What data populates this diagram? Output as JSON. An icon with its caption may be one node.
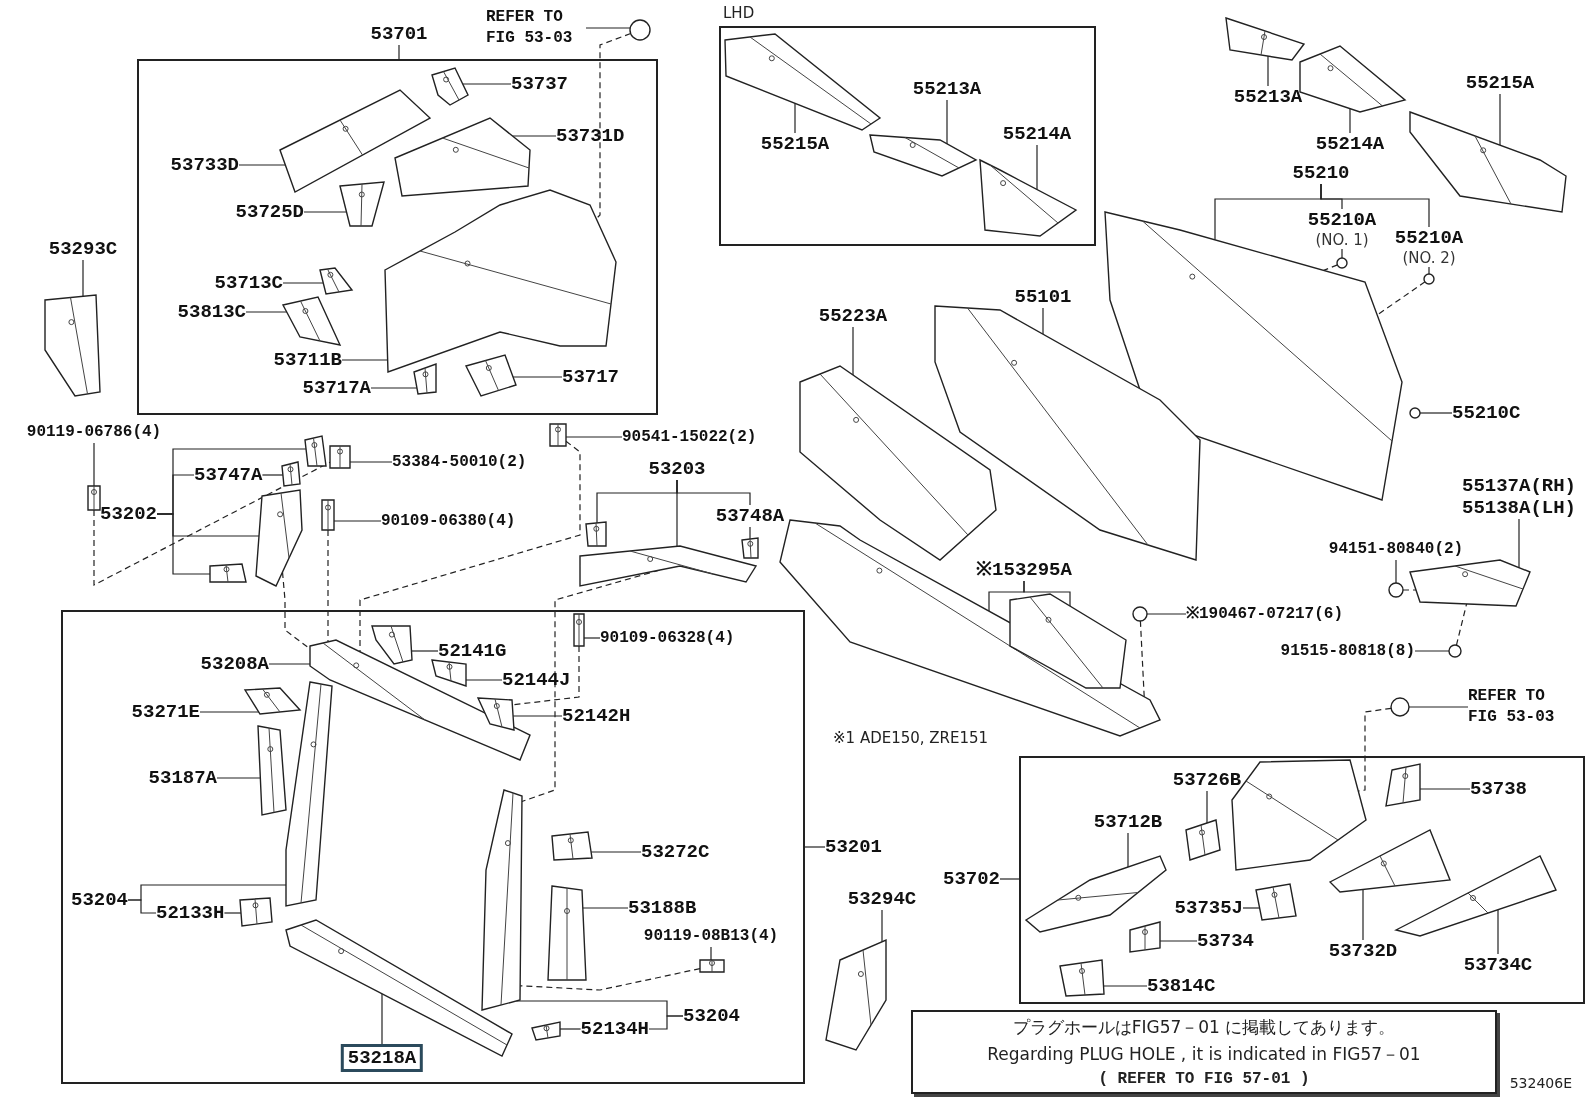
{
  "diagram": {
    "nodes": [
      {
        "text": [],
        "shape": "box"
      },
      {
        "text": [
          "53701"
        ]
      },
      {
        "text": [
          "REFER TO FIG 53-03"
        ]
      },
      {
        "text": [
          "53737"
        ],
        "in": 0
      },
      {
        "text": [
          "53731D"
        ],
        "in": 0
      },
      {
        "text": [
          "53733D"
        ],
        "in": 0
      },
      {
        "text": [
          "53725D"
        ],
        "in": 0
      },
      {
        "text": [
          "53713C"
        ],
        "in": 0
      },
      {
        "text": [
          "53813C"
        ],
        "in": 0
      },
      {
        "text": [
          "53711B"
        ],
        "in": 0
      },
      {
        "text": [
          "53717A"
        ],
        "in": 0
      },
      {
        "text": [
          "53717"
        ],
        "in": 0
      },
      {
        "text": [
          "53293C"
        ]
      },
      {
        "text": [],
        "shape": "box"
      },
      {
        "text": [
          "55213A"
        ],
        "in": 13
      },
      {
        "text": [
          "55214A"
        ],
        "in": 13
      },
      {
        "text": [
          "55215A"
        ],
        "in": 13
      },
      {
        "text": [
          "55213A"
        ]
      },
      {
        "text": [
          "55215A"
        ]
      },
      {
        "text": [
          "55214A"
        ]
      },
      {
        "text": [
          "55210"
        ]
      },
      {
        "text": [
          "55210A",
          "(NO. 1)"
        ]
      },
      {
        "text": [
          "55210A",
          "(NO. 2)"
        ]
      },
      {
        "text": [
          "55223A"
        ]
      },
      {
        "text": [
          "55101"
        ]
      },
      {
        "text": [
          "55210C"
        ]
      },
      {
        "text": [
          "90119-06786(4)"
        ]
      },
      {
        "text": [
          "90541-15022(2)"
        ]
      },
      {
        "text": [
          "53203"
        ]
      },
      {
        "text": [
          "53747A"
        ]
      },
      {
        "text": [
          "53384-50010(2)"
        ]
      },
      {
        "text": [
          "53202"
        ]
      },
      {
        "text": [
          "90109-06380(4)"
        ]
      },
      {
        "text": [
          "55137A(RH)",
          "55138A(LH)"
        ]
      },
      {
        "text": [
          "94151-80840(2)"
        ]
      },
      {
        "text": [
          "※153295A"
        ]
      },
      {
        "text": [
          "※190467-07217(6)"
        ]
      },
      {
        "text": [
          "91515-80818(8)"
        ]
      },
      {
        "text": [],
        "shape": "box"
      },
      {
        "text": [
          "52141G"
        ],
        "in": 38
      },
      {
        "text": [
          "90109-06328(4)"
        ],
        "in": 38
      },
      {
        "text": [
          "53208A"
        ],
        "in": 38
      },
      {
        "text": [
          "52144J"
        ],
        "in": 38
      },
      {
        "text": [
          "53271E"
        ],
        "in": 38
      },
      {
        "text": [
          "52142H"
        ],
        "in": 38
      },
      {
        "text": [
          "53187A"
        ],
        "in": 38
      },
      {
        "text": [
          "53201"
        ]
      },
      {
        "text": [
          "53272C"
        ],
        "in": 38
      },
      {
        "text": [
          "53204"
        ],
        "in": 38
      },
      {
        "text": [
          "52133H"
        ],
        "in": 38
      },
      {
        "text": [
          "53188B"
        ],
        "in": 38
      },
      {
        "text": [
          "90119-08B13(4)"
        ],
        "in": 38
      },
      {
        "text": [
          "53204"
        ],
        "in": 38
      },
      {
        "text": [
          "52134H"
        ],
        "in": 38
      },
      {
        "text": [
          "53218A"
        ],
        "in": 38
      },
      {
        "text": [
          "REFER TO FIG 53-03"
        ]
      },
      {
        "text": [],
        "shape": "box"
      },
      {
        "text": [
          "53726B"
        ],
        "in": 56
      },
      {
        "text": [
          "53738"
        ],
        "in": 56
      },
      {
        "text": [
          "53712B"
        ],
        "in": 56
      },
      {
        "text": [
          "53702"
        ]
      },
      {
        "text": [
          "53735J"
        ],
        "in": 56
      },
      {
        "text": [
          "53734"
        ],
        "in": 56
      },
      {
        "text": [
          "53732D"
        ],
        "in": 56
      },
      {
        "text": [
          "53734C"
        ],
        "in": 56
      },
      {
        "text": [
          "53814C"
        ],
        "in": 56
      },
      {
        "text": [
          "53294C"
        ]
      },
      {
        "text": [
          "プラグホールはFIG57－01 に掲載してあります。",
          "Regarding PLUG HOLE , it is indicated in FIG57－01",
          "( REFER TO FIG 57-01 )"
        ]
      },
      {
        "text": [
          "53748A"
        ]
      },
      {
        "text": [],
        "shape": "circle"
      },
      {
        "text": [],
        "shape": "picture",
        "in": 0
      },
      {
        "text": [],
        "shape": "picture",
        "in": 0
      },
      {
        "text": [],
        "shape": "picture",
        "in": 0
      },
      {
        "text": [],
        "shape": "picture",
        "in": 0
      },
      {
        "text": [],
        "shape": "picture",
        "in": 0
      },
      {
        "text": [],
        "shape": "picture",
        "in": 0
      },
      {
        "text": [],
        "shape": "picture",
        "in": 0
      },
      {
        "text": [],
        "shape": "picture",
        "in": 0
      },
      {
        "text": [],
        "shape": "picture",
        "in": 0
      },
      {
        "text": [],
        "shape": "picture"
      },
      {
        "text": [],
        "shape": "picture",
        "in": 13
      },
      {
        "text": [],
        "shape": "picture",
        "in": 13
      },
      {
        "text": [],
        "shape": "picture",
        "in": 13
      },
      {
        "text": [],
        "shape": "picture"
      },
      {
        "text": [],
        "shape": "picture"
      },
      {
        "text": [],
        "shape": "picture"
      },
      {
        "text": [],
        "shape": "picture"
      },
      {
        "text": [],
        "shape": "circle"
      },
      {
        "text": [],
        "shape": "circle"
      },
      {
        "text": [],
        "shape": "picture"
      },
      {
        "text": [],
        "shape": "picture"
      },
      {
        "text": [],
        "shape": "circle"
      },
      {
        "text": [],
        "shape": "picture"
      },
      {
        "text": [],
        "shape": "picture"
      },
      {
        "text": [],
        "shape": "picture"
      },
      {
        "text": [],
        "shape": "picture"
      },
      {
        "text": [],
        "shape": "picture"
      },
      {
        "text": [],
        "shape": "picture"
      },
      {
        "text": [],
        "shape": "picture"
      },
      {
        "text": [],
        "shape": "picture"
      },
      {
        "text": [],
        "shape": "picture"
      },
      {
        "text": [],
        "shape": "picture"
      },
      {
        "text": [],
        "shape": "picture"
      },
      {
        "text": [],
        "shape": "picture"
      },
      {
        "text": [],
        "shape": "circle"
      },
      {
        "text": [],
        "shape": "picture"
      },
      {
        "text": [],
        "shape": "picture"
      },
      {
        "text": [],
        "shape": "circle"
      },
      {
        "text": [],
        "shape": "circle"
      },
      {
        "text": [],
        "shape": "picture",
        "in": 38
      },
      {
        "text": [],
        "shape": "picture",
        "in": 38
      },
      {
        "text": [],
        "shape": "picture",
        "in": 38
      },
      {
        "text": [],
        "shape": "picture",
        "in": 38
      },
      {
        "text": [],
        "shape": "picture",
        "in": 38
      },
      {
        "text": [],
        "shape": "picture",
        "in": 38
      },
      {
        "text": [],
        "shape": "picture",
        "in": 38
      },
      {
        "text": [],
        "shape": "picture",
        "in": 38
      },
      {
        "text": [],
        "shape": "picture",
        "in": 38
      },
      {
        "text": [],
        "shape": "picture",
        "in": 38
      },
      {
        "text": [],
        "shape": "picture",
        "in": 38
      },
      {
        "text": [],
        "shape": "picture",
        "in": 38
      },
      {
        "text": [],
        "shape": "picture",
        "in": 38
      },
      {
        "text": [],
        "shape": "picture",
        "in": 38
      },
      {
        "text": [],
        "shape": "picture",
        "in": 38
      },
      {
        "text": [],
        "shape": "circle"
      },
      {
        "text": [],
        "shape": "picture",
        "in": 56
      },
      {
        "text": [],
        "shape": "picture",
        "in": 56
      },
      {
        "text": [],
        "shape": "picture",
        "in": 56
      },
      {
        "text": [],
        "shape": "picture",
        "in": 56
      },
      {
        "text": [],
        "shape": "picture",
        "in": 56
      },
      {
        "text": [],
        "shape": "picture",
        "in": 56
      },
      {
        "text": [],
        "shape": "picture",
        "in": 56
      },
      {
        "text": [],
        "shape": "picture",
        "in": 56
      },
      {
        "text": [],
        "shape": "picture"
      },
      {
        "text": [],
        "shape": "picture",
        "in": 56
      }
    ],
    "edges": [
      {
        "from": 1,
        "to": 0,
        "arrow": "none"
      },
      {
        "from": 2,
        "to": 69,
        "arrow": "none"
      },
      {
        "from": 3,
        "to": 70,
        "arrow": "none"
      },
      {
        "from": 4,
        "to": 71,
        "arrow": "none"
      },
      {
        "from": 5,
        "to": 72,
        "arrow": "none"
      },
      {
        "from": 6,
        "to": 73,
        "arrow": "none"
      },
      {
        "from": 7,
        "to": 74,
        "arrow": "none"
      },
      {
        "from": 8,
        "to": 75,
        "arrow": "none"
      },
      {
        "from": 9,
        "to": 76,
        "arrow": "none"
      },
      {
        "from": 10,
        "to": 77,
        "arrow": "none"
      },
      {
        "from": 11,
        "to": 78,
        "arrow": "none"
      },
      {
        "from": 12,
        "to": 79,
        "arrow": "none"
      },
      {
        "from": 14,
        "to": 81,
        "arrow": "none"
      },
      {
        "from": 15,
        "to": 82,
        "arrow": "none"
      },
      {
        "from": 16,
        "to": 80,
        "arrow": "none"
      },
      {
        "from": 17,
        "to": 83,
        "arrow": "none"
      },
      {
        "from": 18,
        "to": 85,
        "arrow": "none"
      },
      {
        "from": 19,
        "to": 84,
        "arrow": "none"
      },
      {
        "from": 20,
        "to": 86,
        "arrow": "none"
      },
      {
        "from": 20,
        "to": 21,
        "arrow": "none"
      },
      {
        "from": 20,
        "to": 22,
        "arrow": "none"
      },
      {
        "from": 21,
        "to": 87,
        "arrow": "none"
      },
      {
        "from": 22,
        "to": 88,
        "arrow": "none"
      },
      {
        "from": 23,
        "to": 90,
        "arrow": "none"
      },
      {
        "from": 24,
        "to": 89,
        "arrow": "none"
      },
      {
        "from": 25,
        "to": 91,
        "arrow": "none"
      },
      {
        "from": 26,
        "to": 92,
        "arrow": "none"
      },
      {
        "from": 27,
        "to": 93,
        "arrow": "none"
      },
      {
        "from": 28,
        "to": 94,
        "arrow": "none"
      },
      {
        "from": 28,
        "to": 95,
        "arrow": "none"
      },
      {
        "from": 28,
        "to": 68,
        "arrow": "none"
      },
      {
        "from": 31,
        "to": 97,
        "arrow": "none"
      },
      {
        "from": 31,
        "to": 29,
        "arrow": "none"
      },
      {
        "from": 31,
        "to": 99,
        "arrow": "none"
      },
      {
        "from": 31,
        "to": 100,
        "arrow": "none"
      },
      {
        "from": 29,
        "to": 98,
        "arrow": "none"
      },
      {
        "from": 30,
        "to": 101,
        "arrow": "none"
      },
      {
        "from": 32,
        "to": 102,
        "arrow": "none"
      },
      {
        "from": 33,
        "to": 103,
        "arrow": "none"
      },
      {
        "from": 34,
        "to": 104,
        "arrow": "none"
      },
      {
        "from": 35,
        "to": 105,
        "arrow": "none"
      },
      {
        "from": 35,
        "to": 106,
        "arrow": "none"
      },
      {
        "from": 36,
        "to": 107,
        "arrow": "none"
      },
      {
        "from": 37,
        "to": 108,
        "arrow": "none"
      },
      {
        "from": 39,
        "to": 109,
        "arrow": "none"
      },
      {
        "from": 40,
        "to": 110,
        "arrow": "none"
      },
      {
        "from": 41,
        "to": 111,
        "arrow": "none"
      },
      {
        "from": 42,
        "to": 112,
        "arrow": "none"
      },
      {
        "from": 43,
        "to": 113,
        "arrow": "none"
      },
      {
        "from": 44,
        "to": 114,
        "arrow": "none"
      },
      {
        "from": 45,
        "to": 115,
        "arrow": "none"
      },
      {
        "from": 46,
        "to": 38,
        "arrow": "none"
      },
      {
        "from": 47,
        "to": 116,
        "arrow": "none"
      },
      {
        "from": 48,
        "to": 117,
        "arrow": "none"
      },
      {
        "from": 48,
        "to": 49,
        "arrow": "none"
      },
      {
        "from": 49,
        "to": 118,
        "arrow": "none"
      },
      {
        "from": 50,
        "to": 119,
        "arrow": "none"
      },
      {
        "from": 51,
        "to": 120,
        "arrow": "none"
      },
      {
        "from": 52,
        "to": 121,
        "arrow": "none"
      },
      {
        "from": 52,
        "to": 53,
        "arrow": "none"
      },
      {
        "from": 53,
        "to": 122,
        "arrow": "none"
      },
      {
        "from": 54,
        "to": 123,
        "arrow": "none"
      },
      {
        "from": 55,
        "to": 124,
        "arrow": "none"
      },
      {
        "from": 57,
        "to": 125,
        "arrow": "none"
      },
      {
        "from": 58,
        "to": 126,
        "arrow": "none"
      },
      {
        "from": 59,
        "to": 127,
        "arrow": "none"
      },
      {
        "from": 60,
        "to": 56,
        "arrow": "none"
      },
      {
        "from": 61,
        "to": 128,
        "arrow": "none"
      },
      {
        "from": 62,
        "to": 129,
        "arrow": "none"
      },
      {
        "from": 63,
        "to": 130,
        "arrow": "none"
      },
      {
        "from": 64,
        "to": 131,
        "arrow": "none"
      },
      {
        "from": 65,
        "to": 132,
        "arrow": "none"
      },
      {
        "from": 66,
        "to": 133,
        "arrow": "none"
      },
      {
        "from": 68,
        "to": 96,
        "arrow": "none"
      },
      {
        "from": 69,
        "to": 76,
        "arrow": "none",
        "style": "dashed"
      },
      {
        "from": 92,
        "to": 101,
        "arrow": "none",
        "style": "dashed"
      },
      {
        "from": 102,
        "to": 111,
        "arrow": "none",
        "style": "dashed"
      },
      {
        "from": 99,
        "to": 111,
        "arrow": "none",
        "style": "dashed"
      },
      {
        "from": 93,
        "to": 111,
        "arrow": "none",
        "style": "dashed"
      },
      {
        "from": 95,
        "to": 121,
        "arrow": "none",
        "style": "dashed"
      },
      {
        "from": 110,
        "to": 114,
        "arrow": "none",
        "style": "dashed"
      },
      {
        "from": 87,
        "to": 86,
        "arrow": "none",
        "style": "dashed"
      },
      {
        "from": 88,
        "to": 86,
        "arrow": "none",
        "style": "dashed"
      },
      {
        "from": 107,
        "to": 105,
        "arrow": "none",
        "style": "dashed"
      },
      {
        "from": 104,
        "to": 103,
        "arrow": "none",
        "style": "dashed"
      },
      {
        "from": 108,
        "to": 103,
        "arrow": "none",
        "style": "dashed"
      },
      {
        "from": 124,
        "to": 134,
        "arrow": "none",
        "style": "dashed"
      },
      {
        "from": 120,
        "to": 121,
        "arrow": "none",
        "style": "dashed"
      }
    ],
    "labels": [
      "LHD",
      "※1 ADE150, ZRE151",
      "532406E"
    ]
  }
}
